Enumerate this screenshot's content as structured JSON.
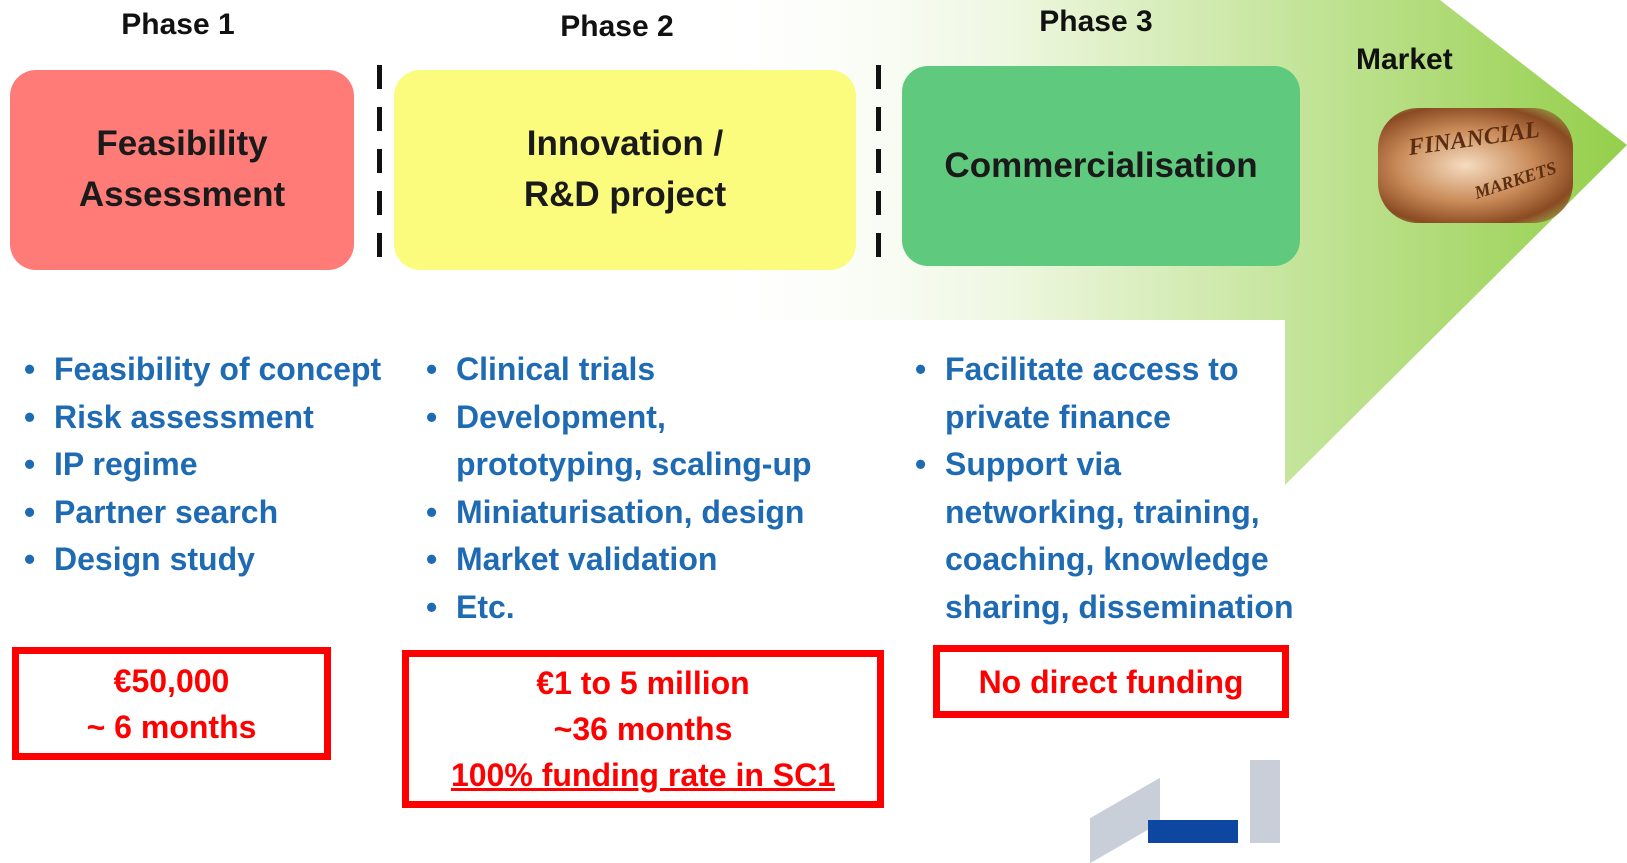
{
  "colors": {
    "phase1": "#ff7b78",
    "phase2": "#fbfb7d",
    "phase3": "#5fca7e",
    "arrow_start": "#ffffff",
    "arrow_end": "#94cf4a",
    "bullet_text": "#1f6bb3",
    "funding": "#ff0000"
  },
  "phases": [
    {
      "label": "Phase 1",
      "title": "Feasibility\nAssessment",
      "bullets": [
        "Feasibility of concept",
        "Risk assessment",
        "IP regime",
        "Partner search",
        "Design study"
      ],
      "funding": [
        "€50,000",
        "~ 6 months"
      ]
    },
    {
      "label": "Phase 2",
      "title": "Innovation /\nR&D project",
      "bullets": [
        "Clinical trials",
        "Development,\nprototyping, scaling-up",
        "Miniaturisation, design",
        "Market validation",
        "Etc."
      ],
      "funding": [
        "€1 to 5 million",
        "~36 months",
        "100% funding rate in SC1"
      ]
    },
    {
      "label": "Phase 3",
      "title": "Commercialisation",
      "bullets": [
        "Facilitate access to\nprivate finance",
        "Support via\nnetworking, training,\ncoaching, knowledge\nsharing, dissemination"
      ],
      "funding": [
        "No direct funding"
      ]
    }
  ],
  "market": {
    "label": "Market",
    "image_icon": "financial-markets-newspaper-image",
    "image_words": [
      "FINANCIAL",
      "MARKETS"
    ]
  }
}
